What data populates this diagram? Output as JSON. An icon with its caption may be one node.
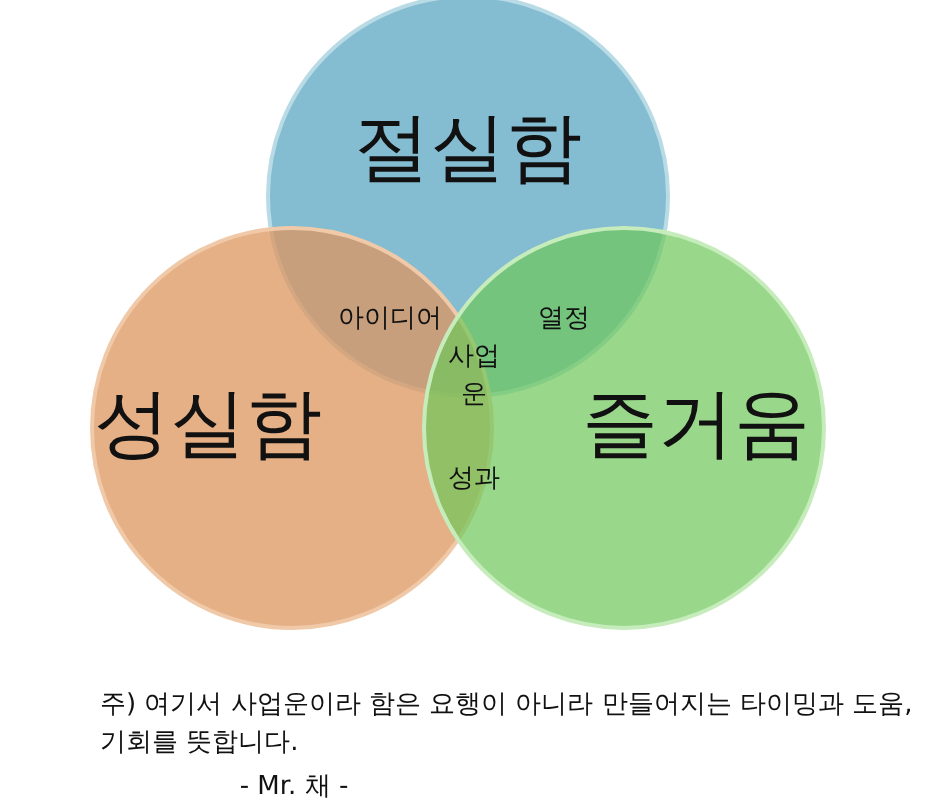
{
  "diagram": {
    "caption": "주) 여기서 사업운이라 함은 요행이 아니라 만들어지는 타이밍과 도움, 기회를 뜻합니다.",
    "nodes": [
      {
        "text": [
          "절실함"
        ]
      },
      {
        "text": [
          "성실함"
        ]
      },
      {
        "text": [
          "즐거움"
        ]
      }
    ],
    "labels": [
      "아이디어",
      "열정",
      "사업운",
      "성과",
      "- Mr. 채 -"
    ]
  }
}
